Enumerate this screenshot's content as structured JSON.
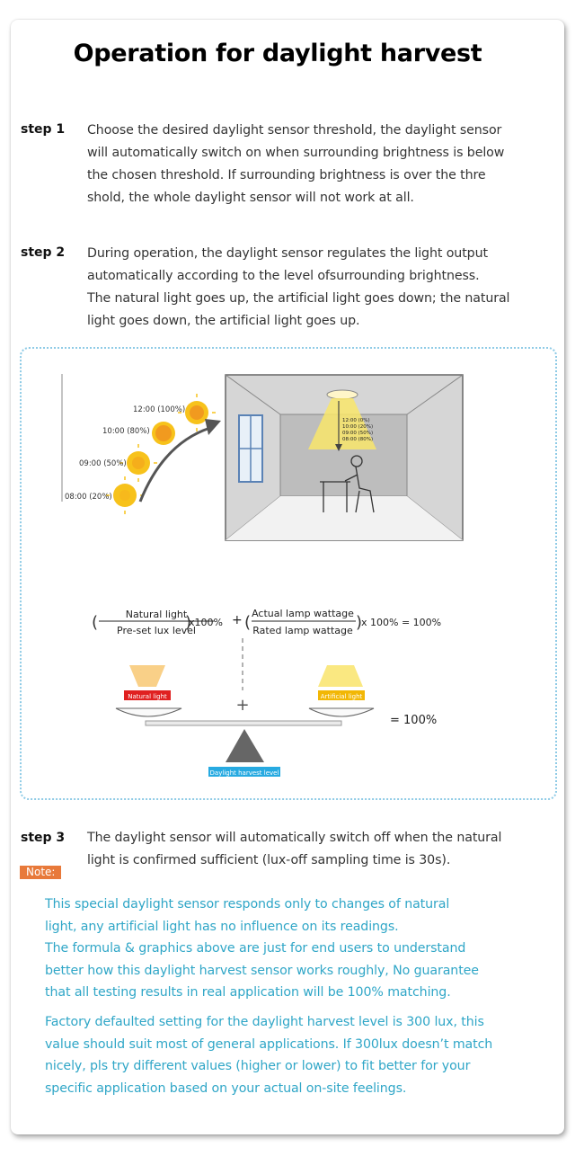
{
  "title": "Operation for daylight harvest",
  "steps": [
    {
      "label": "step 1",
      "lines": [
        "Choose the desired daylight sensor threshold, the daylight sensor",
        "will automatically switch on when surrounding brightness is below",
        "the chosen threshold. If surrounding brightness is over the thre",
        "shold, the whole daylight sensor will not work at all."
      ]
    },
    {
      "label": "step 2",
      "lines": [
        "During operation, the daylight sensor regulates the light output",
        "automatically according to the level ofsurrounding brightness.",
        "The natural light goes up, the artificial light goes down; the natural",
        "light goes down, the artificial light goes up."
      ]
    },
    {
      "label": "step 3",
      "lines": [
        "The daylight sensor will automatically switch off when the natural",
        "light is confirmed sufficient (lux-off sampling time is 30s)."
      ]
    }
  ],
  "diagram": {
    "sun_times": [
      "12:00 (100%)",
      "10:00 (80%)",
      "09:00 (50%)",
      "08:00 (20%)"
    ],
    "lamp_times": [
      "12:00 (0%)",
      "10:00 (20%)",
      "09:00 (50%)",
      "08:00 (80%)"
    ],
    "formula": {
      "num1": "Natural light",
      "den1": "Pre-set lux level",
      "mult1": "x100%",
      "plus": "+",
      "num2": "Actual lamp wattage",
      "den2": "Rated lamp wattage",
      "mult2": "x 100% = 100%",
      "open_paren": "(",
      "close_paren": ")"
    },
    "balance": {
      "left_label": "Natural light",
      "right_label": "Artificial light",
      "base_label": "Daylight harvest level",
      "result": "= 100%",
      "cross": "+"
    },
    "colors": {
      "sun": "#f7c21b",
      "sun_center": "#f19a1f",
      "natural_label_bg": "#e02020",
      "artificial_label_bg": "#f2b705",
      "base_label_bg": "#27aae1",
      "room_gray": "#d3d3d3",
      "room_wall": "#bdbdbd"
    }
  },
  "note": {
    "badge": "Note:",
    "paragraph1": [
      "This special daylight sensor responds only to changes of natural",
      "light, any artificial light has no influence on its readings.",
      "The formula & graphics above are just for end users to understand",
      "better how this daylight harvest sensor works roughly, No guarantee",
      "that all testing results in real application will be 100% matching."
    ],
    "paragraph2": [
      "Factory defaulted setting for the daylight harvest level is 300 lux, this",
      "value should suit most of general applications. If 300lux doesn’t match",
      "nicely, pls try different values (higher or lower) to fit better for your",
      "specific application based on your actual on-site feelings."
    ]
  }
}
